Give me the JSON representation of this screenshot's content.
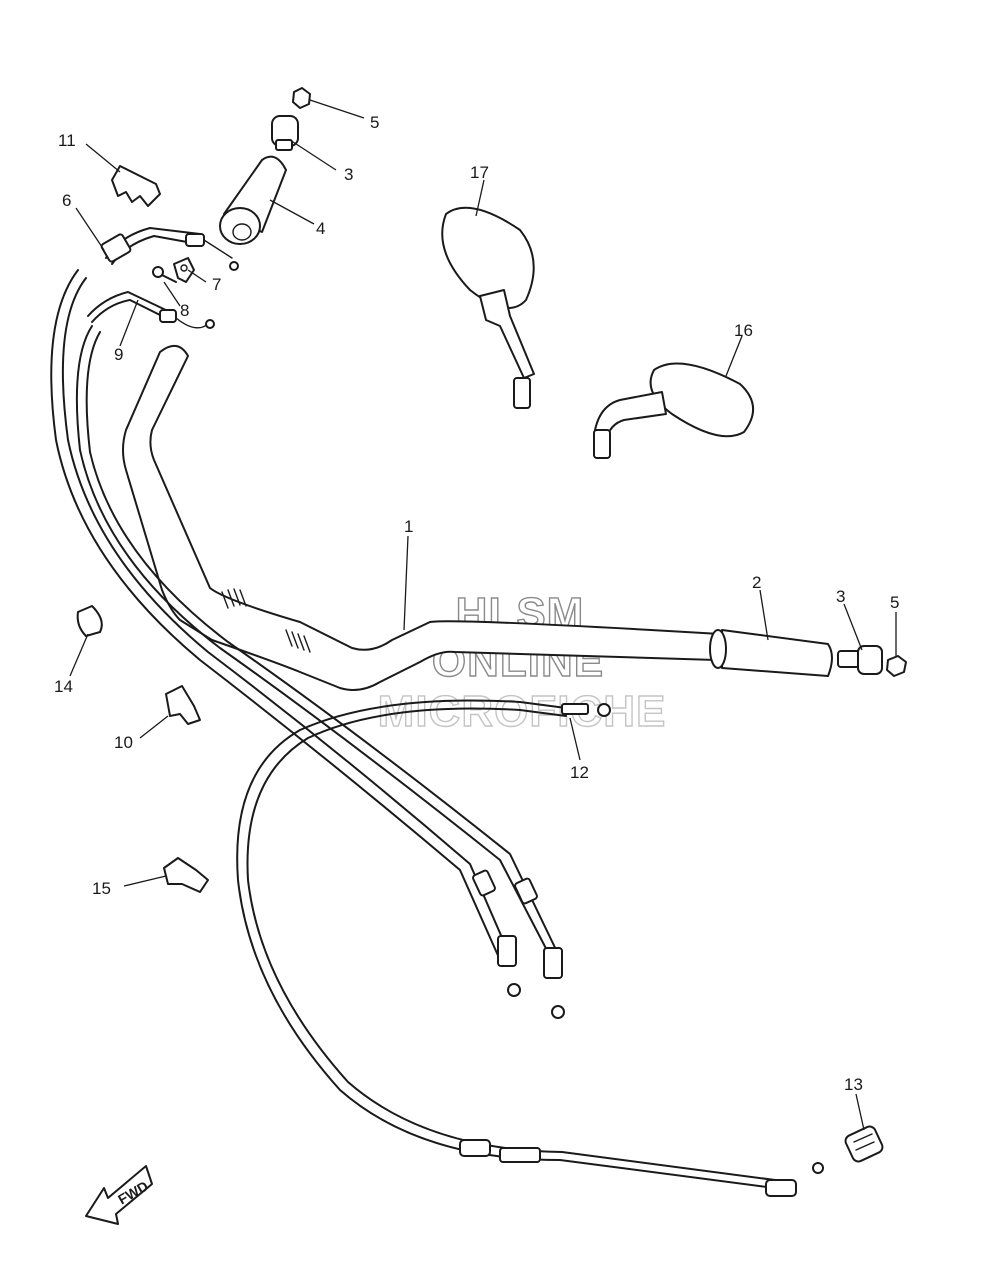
{
  "callouts": {
    "c1": "1",
    "c2": "2",
    "c3a": "3",
    "c3b": "3",
    "c4": "4",
    "c5a": "5",
    "c5b": "5",
    "c6": "6",
    "c7": "7",
    "c8": "8",
    "c9": "9",
    "c10": "10",
    "c11": "11",
    "c12": "12",
    "c13": "13",
    "c14": "14",
    "c15": "15",
    "c16": "16",
    "c17": "17"
  },
  "watermark": {
    "line1": "HLSM",
    "line2": "ONLINE",
    "line3": "MICROFICHE"
  },
  "direction_label": "FWD",
  "colors": {
    "ink": "#1a1a1a",
    "background": "#ffffff",
    "watermark": "#8a8a8a"
  }
}
